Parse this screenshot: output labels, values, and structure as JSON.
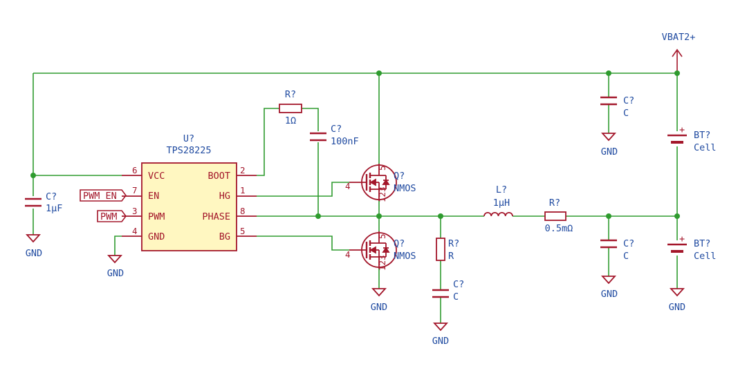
{
  "colors": {
    "wire": "#2e9b2e",
    "junction": "#2e9b2e",
    "symbol": "#a3162a",
    "ic_fill": "#fff7c1",
    "ref": "#1f4aa0",
    "pin_text": "#a3162a",
    "background": "#ffffff"
  },
  "ic": {
    "ref": "U?",
    "value": "TPS28225",
    "pins_left": [
      {
        "num": "6",
        "name": "VCC"
      },
      {
        "num": "7",
        "name": "EN"
      },
      {
        "num": "3",
        "name": "PWM"
      },
      {
        "num": "4",
        "name": "GND"
      }
    ],
    "pins_right": [
      {
        "num": "2",
        "name": "BOOT"
      },
      {
        "num": "1",
        "name": "HG"
      },
      {
        "num": "8",
        "name": "PHASE"
      },
      {
        "num": "5",
        "name": "BG"
      }
    ]
  },
  "labels": {
    "pwm_en": "PWM_EN",
    "pwm": "PWM"
  },
  "power": {
    "vbat": "VBAT2+",
    "gnd": "GND"
  },
  "components": {
    "c_vcc": {
      "ref": "C?",
      "value": "1µF"
    },
    "r_boot": {
      "ref": "R?",
      "value": "1Ω"
    },
    "c_boot": {
      "ref": "C?",
      "value": "100nF"
    },
    "q_high": {
      "ref": "Q?",
      "value": "NMOS",
      "gate_pin": "4",
      "drain_pins": "5",
      "source_pins": "123"
    },
    "q_low": {
      "ref": "Q?",
      "value": "NMOS",
      "gate_pin": "4",
      "drain_pins": "5",
      "source_pins": "123"
    },
    "r_snub": {
      "ref": "R?",
      "value": "R"
    },
    "c_snub": {
      "ref": "C?",
      "value": "C"
    },
    "inductor": {
      "ref": "L?",
      "value": "1µH"
    },
    "r_sense": {
      "ref": "R?",
      "value": "0.5mΩ"
    },
    "c_top": {
      "ref": "C?",
      "value": "C"
    },
    "c_out": {
      "ref": "C?",
      "value": "C"
    },
    "bt_top": {
      "ref": "BT?",
      "value": "Cell",
      "polarity": "+"
    },
    "bt_bot": {
      "ref": "BT?",
      "value": "Cell",
      "polarity": "+"
    }
  }
}
